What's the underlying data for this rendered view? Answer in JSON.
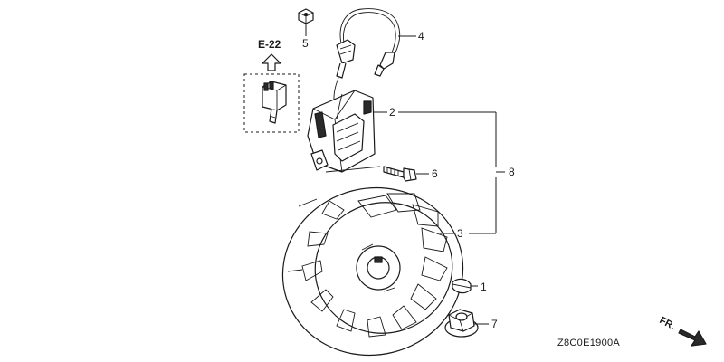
{
  "diagram": {
    "reference": "E-22",
    "drawing_code": "Z8C0E1900A",
    "direction_label": "FR.",
    "callouts": [
      {
        "id": "c1",
        "label": "1"
      },
      {
        "id": "c2",
        "label": "2"
      },
      {
        "id": "c3",
        "label": "3"
      },
      {
        "id": "c4",
        "label": "4"
      },
      {
        "id": "c5",
        "label": "5"
      },
      {
        "id": "c6",
        "label": "6"
      },
      {
        "id": "c7",
        "label": "7"
      },
      {
        "id": "c8",
        "label": "8"
      }
    ]
  }
}
